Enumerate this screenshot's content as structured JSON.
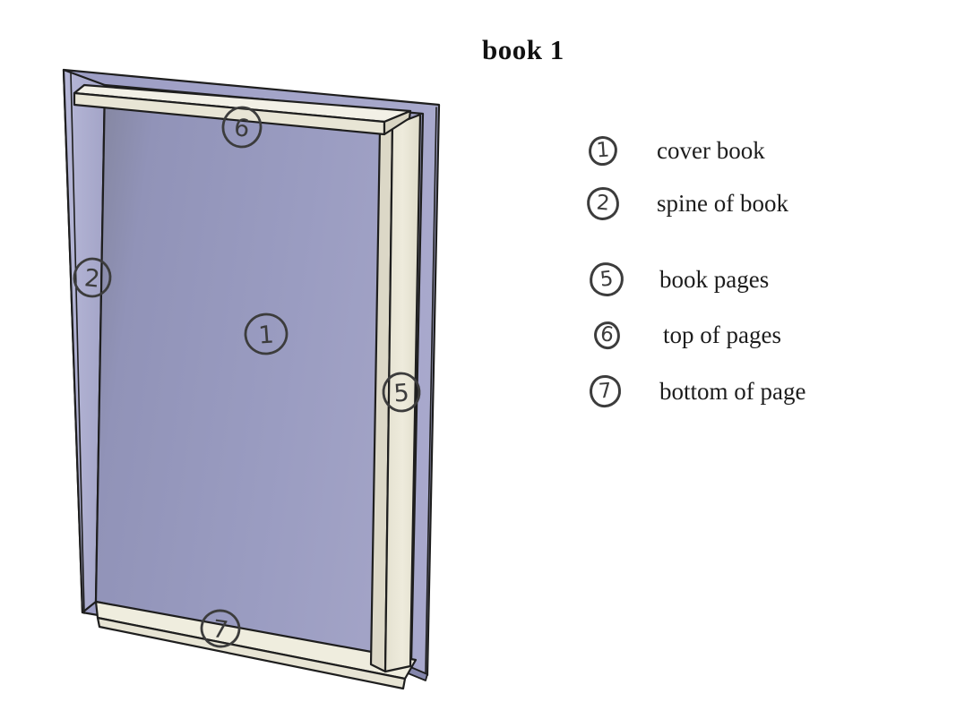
{
  "title": "book 1",
  "colors": {
    "cover_outer_purple": "#9c9dc4",
    "cover_face_purple": "#9496bb",
    "spine_purple": "#afb0d2",
    "pages_front_cream": "#e8e5d5",
    "pages_top_cream": "#f2f0e6",
    "pages_side_cream": "#d9d5c3",
    "outline": "#1e1e1e",
    "annotation_ink": "#3c3c3c",
    "background": "#ffffff"
  },
  "diagram": {
    "annotations": [
      {
        "number": "1",
        "part": "cover book"
      },
      {
        "number": "2",
        "part": "spine of book"
      },
      {
        "number": "5",
        "part": "book pages"
      },
      {
        "number": "6",
        "part": "top of pages"
      },
      {
        "number": "7",
        "part": "bottom of page"
      }
    ]
  },
  "legend": {
    "items": [
      {
        "number": "1",
        "label": "cover book"
      },
      {
        "number": "2",
        "label": "spine of book"
      },
      {
        "number": "5",
        "label": "book pages"
      },
      {
        "number": "6",
        "label": "top of pages"
      },
      {
        "number": "7",
        "label": "bottom of page"
      }
    ]
  }
}
